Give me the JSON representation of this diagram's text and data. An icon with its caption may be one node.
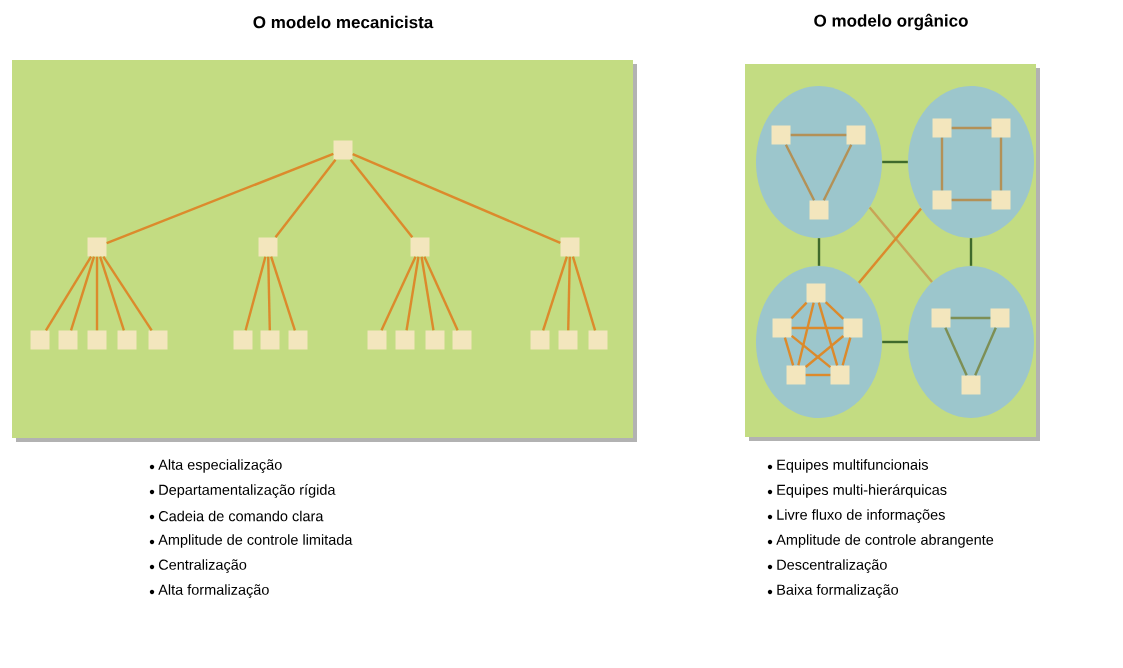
{
  "diagram": {
    "nodes": [
      {
        "text": [
          "O modelo mecanicista"
        ]
      },
      {
        "text": [],
        "shape": "box",
        "in": 0
      },
      {
        "text": [],
        "shape": "box",
        "in": 0
      },
      {
        "text": [],
        "shape": "box",
        "in": 0
      },
      {
        "text": [],
        "shape": "box",
        "in": 0
      },
      {
        "text": [],
        "shape": "box",
        "in": 0
      },
      {
        "text": [],
        "shape": "box",
        "in": 0
      },
      {
        "text": [],
        "shape": "box",
        "in": 0
      },
      {
        "text": [],
        "shape": "box",
        "in": 0
      },
      {
        "text": [],
        "shape": "box",
        "in": 0
      },
      {
        "text": [],
        "shape": "box",
        "in": 0
      },
      {
        "text": [],
        "shape": "box",
        "in": 0
      },
      {
        "text": [],
        "shape": "box",
        "in": 0
      },
      {
        "text": [],
        "shape": "box",
        "in": 0
      },
      {
        "text": [],
        "shape": "box",
        "in": 0
      },
      {
        "text": [],
        "shape": "box",
        "in": 0
      },
      {
        "text": [],
        "shape": "box",
        "in": 0
      },
      {
        "text": [],
        "shape": "box",
        "in": 0
      },
      {
        "text": [],
        "shape": "box",
        "in": 0
      },
      {
        "text": [],
        "shape": "box",
        "in": 0
      },
      {
        "text": [],
        "shape": "box",
        "in": 0
      },
      {
        "text": [
          "O modelo orgânico"
        ]
      },
      {
        "text": [],
        "shape": "ellipse",
        "in": 21
      },
      {
        "text": [],
        "shape": "box",
        "in": 22
      },
      {
        "text": [],
        "shape": "box",
        "in": 22
      },
      {
        "text": [],
        "shape": "box",
        "in": 22
      },
      {
        "text": [],
        "shape": "ellipse",
        "in": 21
      },
      {
        "text": [],
        "shape": "box",
        "in": 26
      },
      {
        "text": [],
        "shape": "box",
        "in": 26
      },
      {
        "text": [],
        "shape": "box",
        "in": 26
      },
      {
        "text": [],
        "shape": "box",
        "in": 26
      },
      {
        "text": [],
        "shape": "ellipse",
        "in": 21
      },
      {
        "text": [],
        "shape": "box",
        "in": 31
      },
      {
        "text": [],
        "shape": "box",
        "in": 31
      },
      {
        "text": [],
        "shape": "box",
        "in": 31
      },
      {
        "text": [],
        "shape": "box",
        "in": 31
      },
      {
        "text": [],
        "shape": "box",
        "in": 31
      },
      {
        "text": [],
        "shape": "ellipse",
        "in": 21
      },
      {
        "text": [],
        "shape": "box",
        "in": 37
      },
      {
        "text": [],
        "shape": "box",
        "in": 37
      },
      {
        "text": [],
        "shape": "box",
        "in": 37
      }
    ],
    "edges": [
      {
        "from": 1,
        "to": 2,
        "arrow": "none"
      },
      {
        "from": 1,
        "to": 3,
        "arrow": "none"
      },
      {
        "from": 1,
        "to": 4,
        "arrow": "none"
      },
      {
        "from": 1,
        "to": 5,
        "arrow": "none"
      },
      {
        "from": 2,
        "to": 6,
        "arrow": "none"
      },
      {
        "from": 2,
        "to": 7,
        "arrow": "none"
      },
      {
        "from": 2,
        "to": 8,
        "arrow": "none"
      },
      {
        "from": 2,
        "to": 9,
        "arrow": "none"
      },
      {
        "from": 2,
        "to": 10,
        "arrow": "none"
      },
      {
        "from": 3,
        "to": 11,
        "arrow": "none"
      },
      {
        "from": 3,
        "to": 12,
        "arrow": "none"
      },
      {
        "from": 3,
        "to": 13,
        "arrow": "none"
      },
      {
        "from": 4,
        "to": 14,
        "arrow": "none"
      },
      {
        "from": 4,
        "to": 15,
        "arrow": "none"
      },
      {
        "from": 4,
        "to": 16,
        "arrow": "none"
      },
      {
        "from": 4,
        "to": 17,
        "arrow": "none"
      },
      {
        "from": 5,
        "to": 18,
        "arrow": "none"
      },
      {
        "from": 5,
        "to": 19,
        "arrow": "none"
      },
      {
        "from": 5,
        "to": 20,
        "arrow": "none"
      },
      {
        "from": 23,
        "to": 24,
        "arrow": "none",
        "color": "#b39157"
      },
      {
        "from": 23,
        "to": 25,
        "arrow": "none",
        "color": "#b39157"
      },
      {
        "from": 24,
        "to": 25,
        "arrow": "none",
        "color": "#b39157"
      },
      {
        "from": 27,
        "to": 28,
        "arrow": "none",
        "color": "#b39157"
      },
      {
        "from": 27,
        "to": 29,
        "arrow": "none",
        "color": "#b39157"
      },
      {
        "from": 28,
        "to": 30,
        "arrow": "none",
        "color": "#b39157"
      },
      {
        "from": 29,
        "to": 30,
        "arrow": "none",
        "color": "#b39157"
      },
      {
        "from": 32,
        "to": 33,
        "arrow": "none"
      },
      {
        "from": 32,
        "to": 34,
        "arrow": "none"
      },
      {
        "from": 32,
        "to": 35,
        "arrow": "none"
      },
      {
        "from": 32,
        "to": 36,
        "arrow": "none"
      },
      {
        "from": 33,
        "to": 34,
        "arrow": "none"
      },
      {
        "from": 33,
        "to": 35,
        "arrow": "none"
      },
      {
        "from": 33,
        "to": 36,
        "arrow": "none"
      },
      {
        "from": 34,
        "to": 35,
        "arrow": "none"
      },
      {
        "from": 34,
        "to": 36,
        "arrow": "none"
      },
      {
        "from": 35,
        "to": 36,
        "arrow": "none"
      },
      {
        "from": 38,
        "to": 39,
        "arrow": "none",
        "color": "#7d8f55"
      },
      {
        "from": 38,
        "to": 40,
        "arrow": "none",
        "color": "#7d8f55"
      },
      {
        "from": 39,
        "to": 40,
        "arrow": "none",
        "color": "#7d8f55"
      },
      {
        "from": 22,
        "to": 26,
        "arrow": "none",
        "color": "#3f6a2c"
      },
      {
        "from": 22,
        "to": 31,
        "arrow": "none",
        "color": "#3f6a2c"
      },
      {
        "from": 26,
        "to": 37,
        "arrow": "none",
        "color": "#3f6a2c"
      },
      {
        "from": 31,
        "to": 37,
        "arrow": "none",
        "color": "#3f6a2c"
      },
      {
        "from": 22,
        "to": 37,
        "arrow": "none",
        "color": "#c8a456"
      },
      {
        "from": 26,
        "to": 31,
        "arrow": "none"
      }
    ],
    "labels": [
      "Alta especialização",
      "Departamentalização rígida",
      "Cadeia de comando clara",
      "Amplitude de controle limitada",
      "Centralização",
      "Alta formalização",
      "Equipes multifuncionais",
      "Equipes multi-hierárquicas",
      "Livre fluxo de informações",
      "Amplitude de controle abrangente",
      "Descentralização",
      "Baixa formalização"
    ]
  }
}
